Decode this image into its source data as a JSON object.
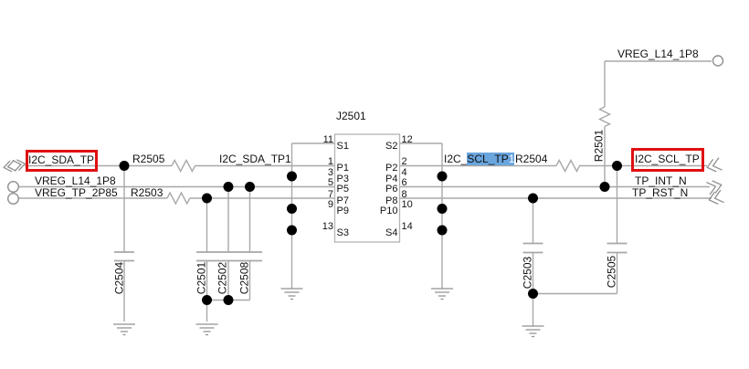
{
  "colors": {
    "background": "#ffffff",
    "wire": "#a8a8a8",
    "symbol": "#909090",
    "text": "#111111",
    "junction": "#000000",
    "connector_outline": "#b4b4b4",
    "highlight_box": "#e01010",
    "selection_fill": "#6aa5dd",
    "selection_text_alt": "#ffffff"
  },
  "net_labels": {
    "i2c_sda_tp": "I2C_SDA_TP",
    "i2c_sda_tp1": "I2C_SDA_TP1",
    "i2c_scl_tp1_prefix": "I2C_",
    "i2c_scl_tp1_selected": "SCL_TP",
    "i2c_scl_tp1_suffix": "1",
    "i2c_scl_tp": "I2C_SCL_TP",
    "vreg_l14_1p8_left": "VREG_L14_1P8",
    "vreg_tp_2p85": "VREG_TP_2P85",
    "vreg_l14_1p8_top": "VREG_L14_1P8",
    "tp_int_n": "TP_INT_N",
    "tp_rst_n": "TP_RST_N"
  },
  "components": {
    "connector": {
      "refdes": "J2501",
      "left_pins": [
        {
          "number": "11",
          "name": "S1"
        },
        {
          "number": "1",
          "name": "P1"
        },
        {
          "number": "3",
          "name": "P3"
        },
        {
          "number": "5",
          "name": "P5"
        },
        {
          "number": "7",
          "name": "P7"
        },
        {
          "number": "9",
          "name": "P9"
        },
        {
          "number": "13",
          "name": "S3"
        }
      ],
      "right_pins": [
        {
          "number": "12",
          "name": "S2"
        },
        {
          "number": "2",
          "name": "P2"
        },
        {
          "number": "4",
          "name": "P4"
        },
        {
          "number": "6",
          "name": "P6"
        },
        {
          "number": "8",
          "name": "P8"
        },
        {
          "number": "10",
          "name": "P10"
        },
        {
          "number": "14",
          "name": "S4"
        }
      ]
    },
    "resistors": [
      {
        "refdes": "R2505"
      },
      {
        "refdes": "R2503"
      },
      {
        "refdes": "R2504"
      },
      {
        "refdes": "R2501"
      }
    ],
    "capacitors": [
      {
        "refdes": "C2504"
      },
      {
        "refdes": "C2501"
      },
      {
        "refdes": "C2502"
      },
      {
        "refdes": "C2508"
      },
      {
        "refdes": "C2503"
      },
      {
        "refdes": "C2505"
      }
    ]
  }
}
